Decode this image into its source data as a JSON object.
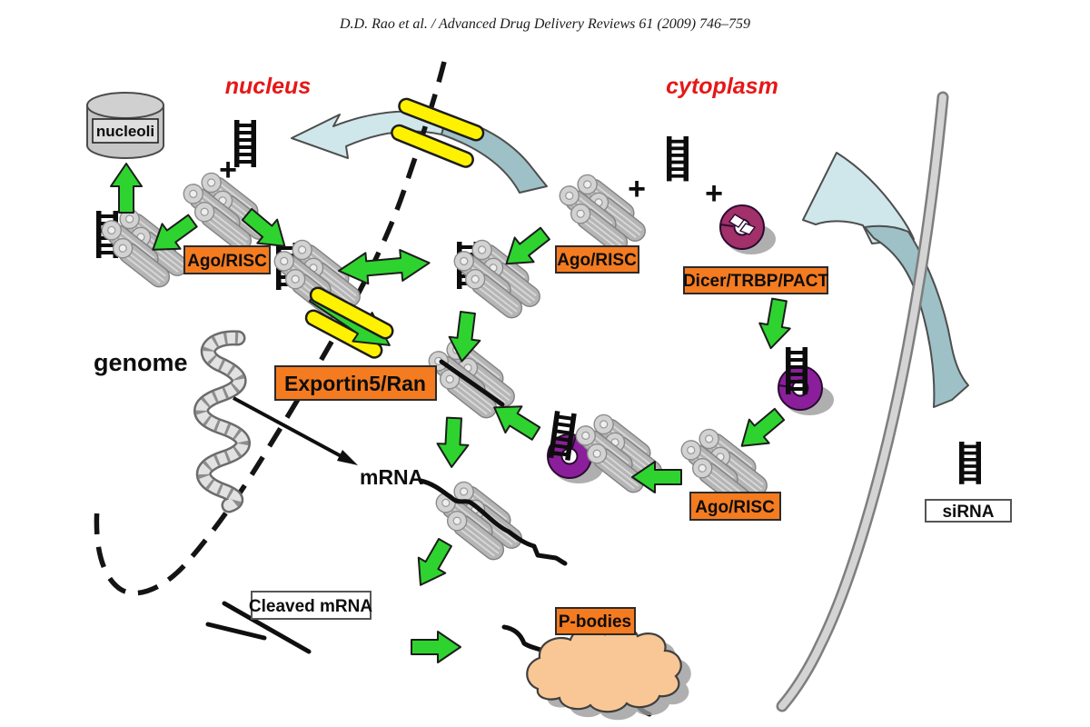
{
  "header": {
    "citation": "D.D. Rao et al. / Advanced Drug Delivery Reviews 61 (2009) 746–759"
  },
  "regions": {
    "nucleus": "nucleus",
    "cytoplasm": "cytoplasm"
  },
  "labels": {
    "nucleoli": "nucleoli",
    "ago_risc_nucleus": "Ago/RISC",
    "ago_risc_cytoplasm": "Ago/RISC",
    "ago_risc_loading": "Ago/RISC",
    "dicer_trbp_pact": "Dicer/TRBP/PACT",
    "exportin5_ran": "Exportin5/Ran",
    "genome": "genome",
    "mrna": "mRNA",
    "cleaved_mrna": "Cleaved mRNA",
    "p_bodies": "P-bodies",
    "sirna": "siRNA"
  },
  "plus": {
    "nucleus": "+",
    "cytoplasm_left": "+",
    "cytoplasm_right": "+"
  },
  "icons": {
    "sirna_duplex": "black-ladder-duplex",
    "ago_risc_complex": "gray-cylinder-cluster",
    "dicer_complex": "purple-donut",
    "dicer_trbp_pact_complex": "magenta-donut-with-white-cofactors",
    "nuclear_pore": "double-yellow-bars",
    "nuclear_envelope": "black-dashed-curve",
    "genome": "gray-dna-helix",
    "p_bodies": "peach-cloud",
    "cell_membrane": "gray-curved-band",
    "transport_arrow": "light-blue-curved-arrow",
    "process_arrow": "green-block-arrow",
    "nucleolus": "gray-cylinder"
  },
  "colors": {
    "orange": "#f47b20",
    "green": "#2fd32f",
    "yellow": "#fff200",
    "purple": "#8b1f9b",
    "magenta": "#a23069",
    "blue_light": "#cfe7ea",
    "blue_dark": "#9dc1c6",
    "red": "#e61717",
    "peach": "#f8c795"
  }
}
